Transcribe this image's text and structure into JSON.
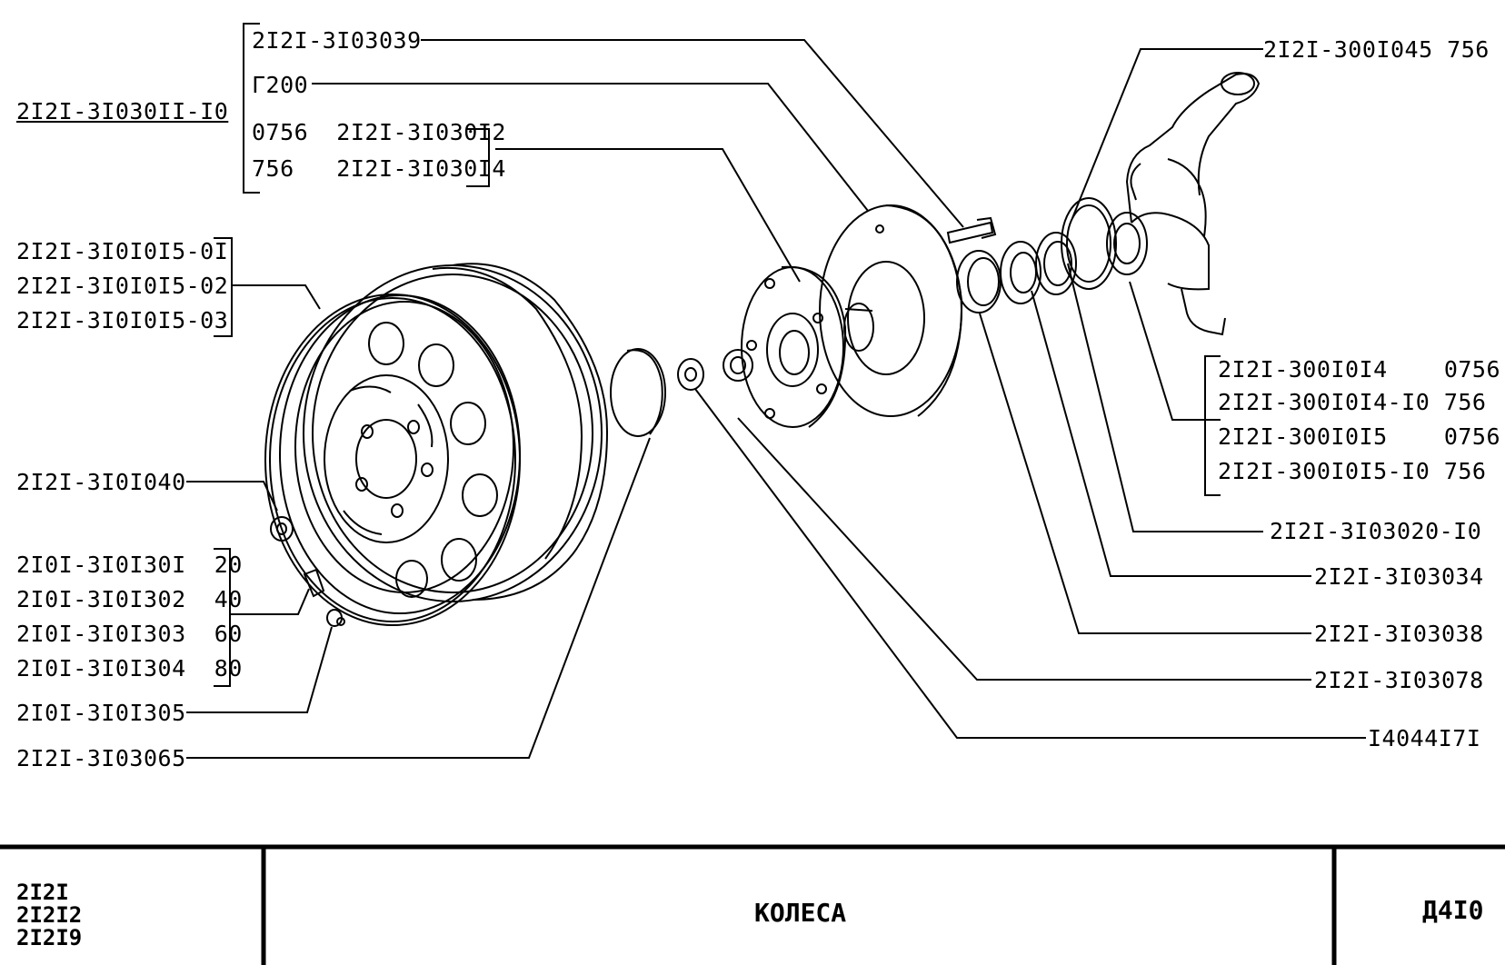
{
  "labels": {
    "l1": "2I2I-3I03039",
    "l2": "Г200",
    "l3": "0756  2I2I-3I030I2",
    "l4": "756   2I2I-3I030I4",
    "l5": "2I2I-3I030II-I0",
    "l6": "2I2I-3I0I0I5-0I",
    "l7": "2I2I-3I0I0I5-02",
    "l8": "2I2I-3I0I0I5-03",
    "l9": "2I2I-3I0I040",
    "l10": "2I0I-3I0I30I  20",
    "l11": "2I0I-3I0I302  40",
    "l12": "2I0I-3I0I303  60",
    "l13": "2I0I-3I0I304  80",
    "l14": "2I0I-3I0I305",
    "l15": "2I2I-3I03065",
    "r1": "2I2I-300I045 756",
    "r2": "2I2I-300I0I4    0756",
    "r3": "2I2I-300I0I4-I0 756",
    "r4": "2I2I-300I0I5    0756",
    "r5": "2I2I-300I0I5-I0 756",
    "r6": "2I2I-3I03020-I0",
    "r7": "2I2I-3I03034",
    "r8": "2I2I-3I03038",
    "r9": "2I2I-3I03078",
    "r10": "I4044I7I"
  },
  "footer": {
    "models": [
      "2I2I",
      "2I2I2",
      "2I2I9"
    ],
    "title": "КОЛЕСА",
    "code": "Д4I0"
  }
}
